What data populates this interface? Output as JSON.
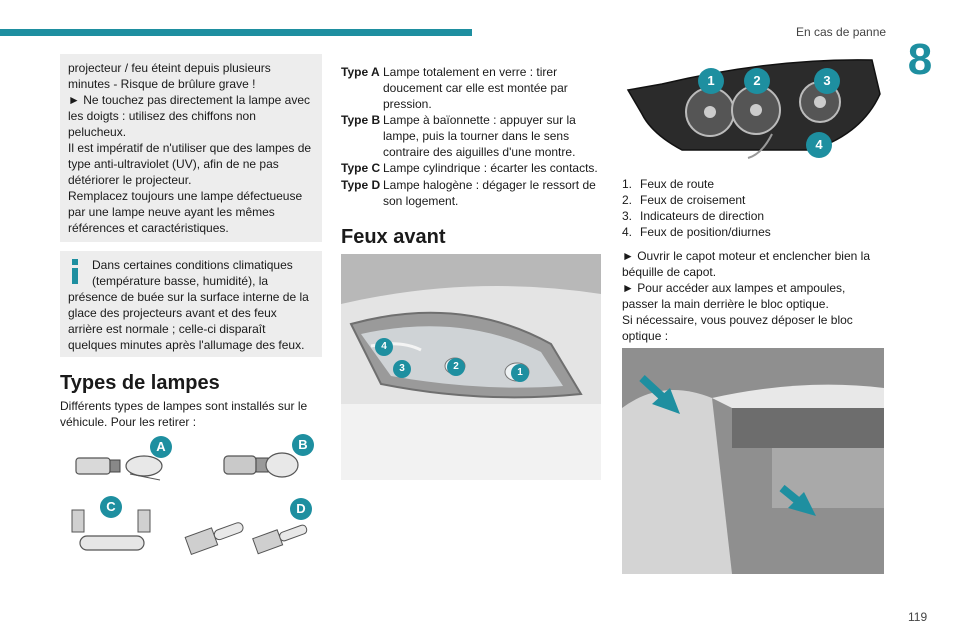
{
  "header": {
    "section": "En cas de panne",
    "chapter": "8"
  },
  "footer": {
    "page": "119"
  },
  "warning": {
    "lines": [
      "projecteur / feu éteint depuis plusieurs minutes - Risque de brûlure grave !",
      "► Ne touchez pas directement la lampe avec les doigts : utilisez des chiffons non pelucheux.",
      "Il est impératif de n'utiliser que des lampes de type anti-ultraviolet (UV), afin de ne pas détériorer le projecteur.",
      "Remplacez toujours une lampe défectueuse par une lampe neuve ayant les mêmes références et caractéristiques."
    ]
  },
  "info": {
    "first": "Dans certaines conditions climatiques (température basse, humidité), la",
    "rest": "présence de buée sur la surface interne de la glace des projecteurs avant et des feux arrière est normale ; celle-ci disparaît quelques minutes après l'allumage des feux."
  },
  "types": {
    "title": "Types de lampes",
    "intro": "Différents types de lampes sont installés sur le véhicule. Pour les retirer :",
    "badges": [
      "A",
      "B",
      "C",
      "D"
    ],
    "list": [
      {
        "label": "Type A",
        "desc": "Lampe totalement en verre : tirer doucement car elle est montée par pression."
      },
      {
        "label": "Type B",
        "desc": "Lampe à baïonnette : appuyer sur la lampe, puis la tourner dans le sens contraire des aiguilles d'une montre."
      },
      {
        "label": "Type C",
        "desc": "Lampe cylindrique : écarter les contacts."
      },
      {
        "label": "Type D",
        "desc": "Lampe halogène : dégager le ressort de son logement."
      }
    ]
  },
  "feux": {
    "title": "Feux avant",
    "photo_badges": [
      "4",
      "3",
      "2",
      "1"
    ],
    "fig_badges": [
      "1",
      "2",
      "3",
      "4"
    ],
    "legend": [
      {
        "n": "1.",
        "text": "Feux de route"
      },
      {
        "n": "2.",
        "text": "Feux de croisement"
      },
      {
        "n": "3.",
        "text": "Indicateurs de direction"
      },
      {
        "n": "4.",
        "text": "Feux de position/diurnes"
      }
    ],
    "instructions": [
      "► Ouvrir le capot moteur et enclencher bien la béquille de capot.",
      "► Pour accéder aux lampes et ampoules, passer la main derrière le bloc optique.",
      "Si nécessaire, vous pouvez déposer le bloc optique :"
    ]
  },
  "colors": {
    "accent": "#1e8fa0",
    "box": "#ededed"
  }
}
